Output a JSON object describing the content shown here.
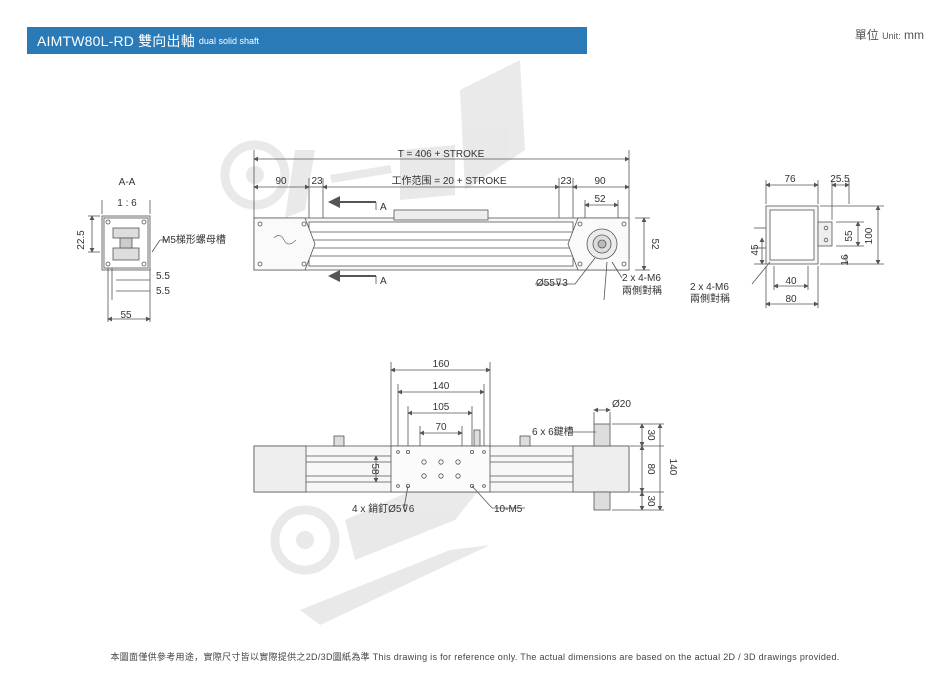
{
  "header": {
    "model": "AIMTW80L-RD",
    "name_cn": "雙向出軸",
    "name_en": "dual solid shaft"
  },
  "unit": {
    "label": "單位",
    "en": "Unit:",
    "value": "mm"
  },
  "section": {
    "label": "A-A",
    "scale": "1 : 6",
    "dim_22_5": "22.5",
    "slot_note": "M5梯形螺母槽",
    "dim_5_5a": "5.5",
    "dim_5_5b": "5.5",
    "dim_55": "55"
  },
  "front": {
    "total": "T = 406 + STROKE",
    "d90l": "90",
    "d23l": "23",
    "work": "工作范围 = 20 + STROKE",
    "d23r": "23",
    "d90r": "90",
    "d52t": "52",
    "d52r": "52",
    "cutA1": "A",
    "cutA2": "A",
    "bore": "Ø55",
    "bore_depth": "3",
    "m6": "2 x 4-M6",
    "both": "兩側對稱"
  },
  "side": {
    "d76": "76",
    "d25_5": "25.5",
    "d100": "100",
    "d55": "55",
    "d45": "45",
    "d16": "16",
    "d40": "40",
    "d80": "80",
    "m6": "2 x 4-M6",
    "both": "兩側對稱"
  },
  "top": {
    "d160": "160",
    "d140": "140",
    "d105": "105",
    "d70": "70",
    "dia20": "Ø20",
    "key": "6 x 6鍵槽",
    "d58": "58",
    "d30a": "30",
    "d80": "80",
    "d30b": "30",
    "d140v": "140",
    "pins": "4 x 銷釘Ø5",
    "pins_depth": "6",
    "m5": "10-M5"
  },
  "footer": {
    "text": "本圖面僅供參考用途，實際尺寸皆以實際提供之2D/3D圖紙為準 This drawing is for reference only. The actual dimensions are based on the actual 2D / 3D drawings provided."
  }
}
